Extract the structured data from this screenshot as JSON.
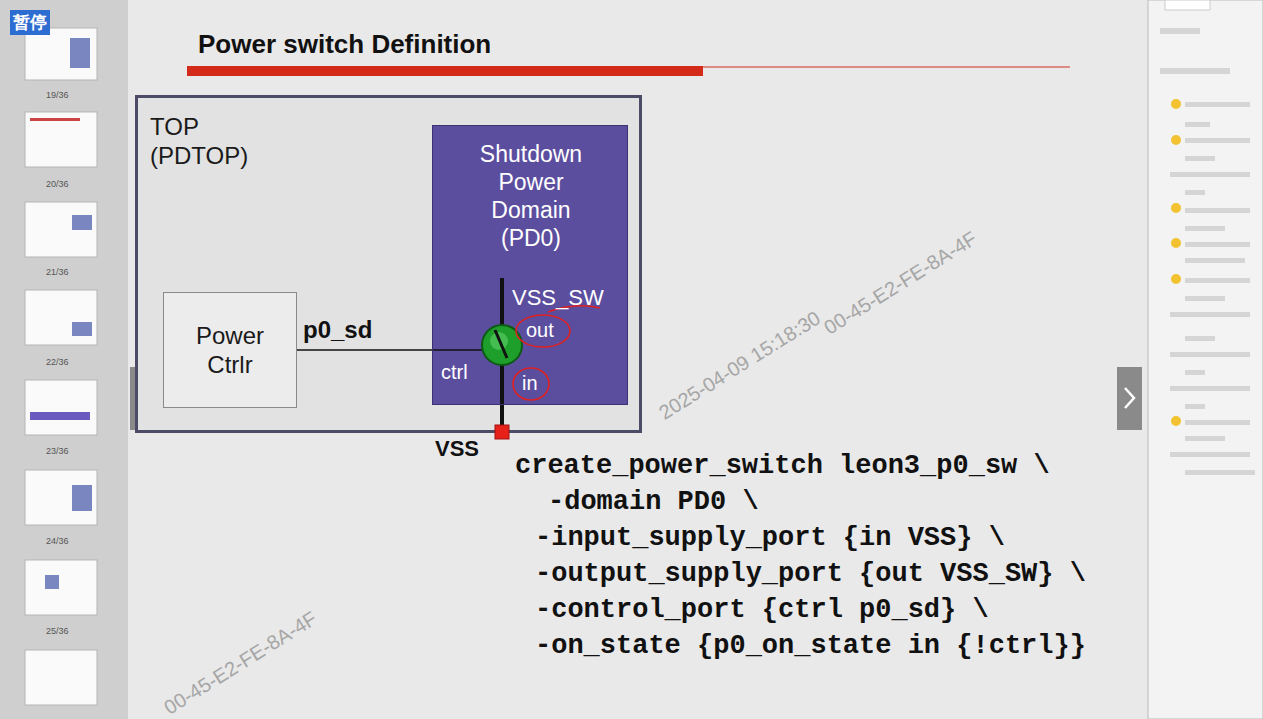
{
  "diagram": {
    "title": "Power switch Definition",
    "nodes": [
      {
        "text": [
          "TOP (PDTOP)"
        ]
      },
      {
        "text": [
          "Power Ctrlr"
        ],
        "in": 0
      },
      {
        "text": [
          "Shutdown Power Domain (PD0)"
        ],
        "in": 0
      }
    ],
    "edges": [
      {
        "from": 1,
        "to": 2,
        "label": "p0_sd",
        "arrow": "none"
      }
    ],
    "labels": [
      "暂停",
      "19/36",
      "20/36",
      "21/36",
      "22/36",
      "23/36",
      "24/36",
      "25/36",
      "VSS_SW",
      "out",
      "ctrl",
      "in",
      "VSS",
      "create_power_switch leon3_p0_sw \\",
      "-domain PD0 \\",
      "-input_supply_port {in VSS} \\",
      "-output_supply_port {out VSS_SW} \\",
      "-control_port {ctrl p0_sd} \\",
      "-on_state {p0_on_state in {!ctrl}}",
      "2025-04-09 15:18:30",
      "00-45-E2-FE-8A-4F",
      "00-45-E2-FE-8A-4F"
    ]
  }
}
